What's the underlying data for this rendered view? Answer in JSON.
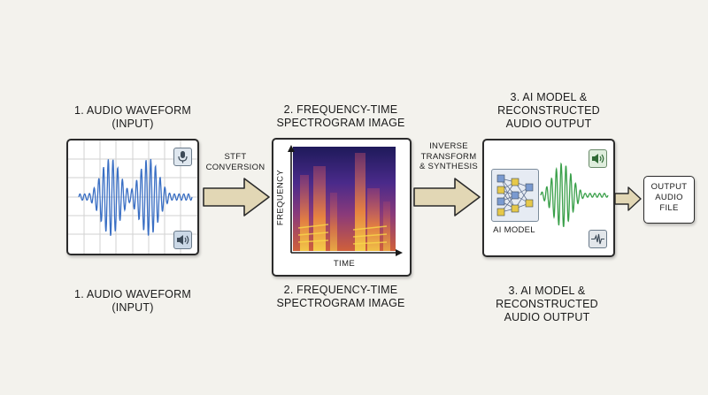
{
  "stage1": {
    "caption_top": "1. AUDIO WAVEFORM\n(INPUT)",
    "caption_bottom": "1. AUDIO WAVEFORM\n(INPUT)",
    "icons": [
      "microphone-icon",
      "speaker-icon"
    ]
  },
  "arrow1": {
    "label": "STFT\nCONVERSION"
  },
  "stage2": {
    "caption_top": "2. FREQUENCY-TIME\nSPECTROGRAM IMAGE",
    "caption_bottom": "2. FREQUENCY-TIME\nSPECTROGRAM IMAGE",
    "y_axis_label": "FREQUENCY",
    "x_axis_label": "TIME"
  },
  "arrow2": {
    "label": "INVERSE\nTRANSFORM\n& SYNTHESIS"
  },
  "stage3": {
    "caption_top": "3. AI MODEL &\nRECONSTRUCTED\nAUDIO OUTPUT",
    "caption_bottom": "3. AI MODEL &\nRECONSTRUCTED\nAUDIO OUTPUT",
    "model_label": "AI MODEL",
    "icons": [
      "speaker-icon",
      "waveform-icon"
    ]
  },
  "output": {
    "label": "OUTPUT\nAUDIO\nFILE"
  },
  "colors": {
    "background": "#f3f2ed",
    "input_wave": "#3a6fc4",
    "output_wave": "#3aa04a",
    "arrow_fill": "#e2d7b5",
    "spectrogram_dark": "#2a1a6a",
    "spectrogram_hot": "#f5c73a"
  }
}
